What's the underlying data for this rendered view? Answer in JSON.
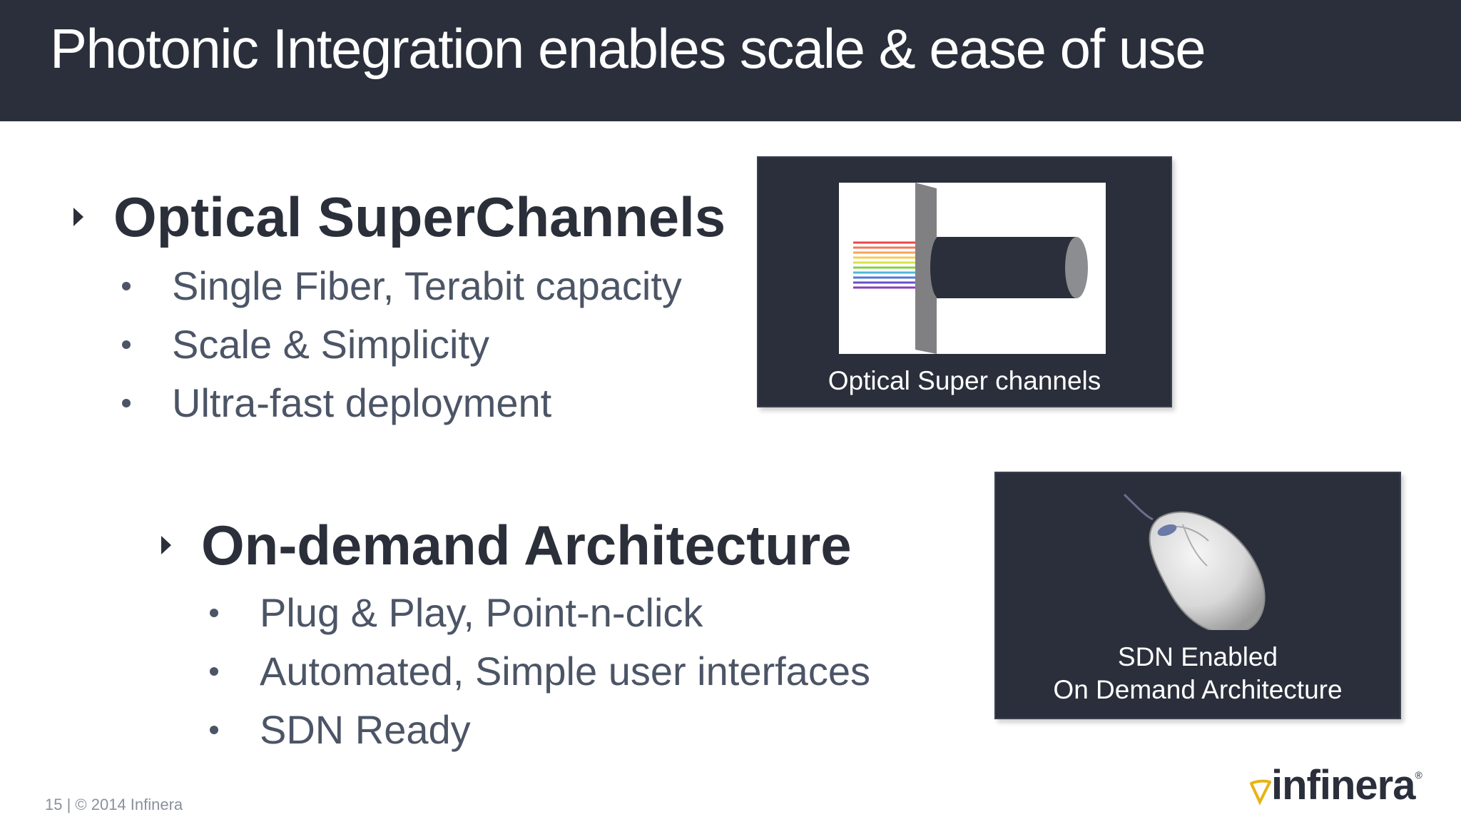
{
  "slide": {
    "title": "Photonic Integration enables scale & ease of use"
  },
  "sections": [
    {
      "heading": "Optical SuperChannels",
      "bullets": [
        "Single Fiber, Terabit capacity",
        "Scale & Simplicity",
        "Ultra-fast deployment"
      ],
      "panel": {
        "caption": "Optical Super channels",
        "icon": "fiber-bundle-icon"
      }
    },
    {
      "heading": "On-demand Architecture",
      "bullets": [
        "Plug & Play, Point-n-click",
        "Automated, Simple user interfaces",
        "SDN Ready"
      ],
      "panel": {
        "caption_line1": "SDN Enabled",
        "caption_line2": "On Demand Architecture",
        "icon": "computer-mouse-icon"
      }
    }
  ],
  "footer": {
    "text": "15  |  © 2014 Infinera",
    "logo": "infinera",
    "logo_mark": "®"
  },
  "colors": {
    "header_bg": "#2a2f3b",
    "heading": "#2a2f3a",
    "bullet_text": "#4c5566",
    "spectrum": [
      "#e8484a",
      "#f07a58",
      "#f5a45a",
      "#f7cc55",
      "#d9e04c",
      "#7fd24d",
      "#4db8d8",
      "#4f78d8",
      "#6a4fc8",
      "#8a3fb8"
    ],
    "logo_accent": "#e7b416"
  }
}
